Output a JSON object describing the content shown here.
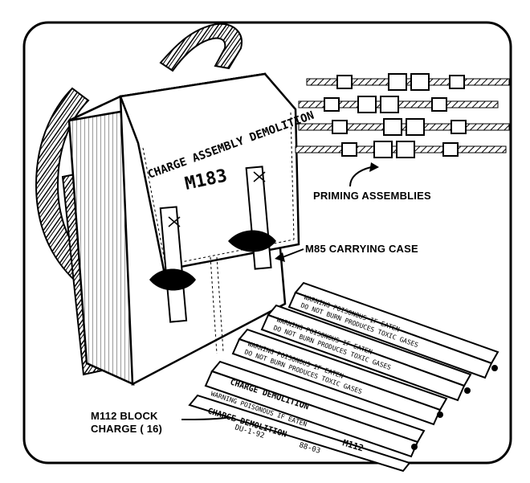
{
  "labels": {
    "priming": "PRIMING ASSEMBLIES",
    "carrying_case": "M85 CARRYING CASE",
    "block_line1": "M112 BLOCK",
    "block_line2": "CHARGE ( 16)"
  },
  "case_text": {
    "flap_title": "CHARGE ASSEMBLY DEMOLITION",
    "model": "M183"
  },
  "block_text": {
    "warning_line1": "WARNING POISONOUS IF EATEN",
    "warning_line2": "DO NOT BURN PRODUCES TOXIC GASES",
    "front_title": "CHARGE DEMOLITION",
    "front_line2": "DU-1-92",
    "front_lot": "88-03",
    "front_model": "M112"
  },
  "colors": {
    "ink": "#000000",
    "paper": "#ffffff"
  }
}
